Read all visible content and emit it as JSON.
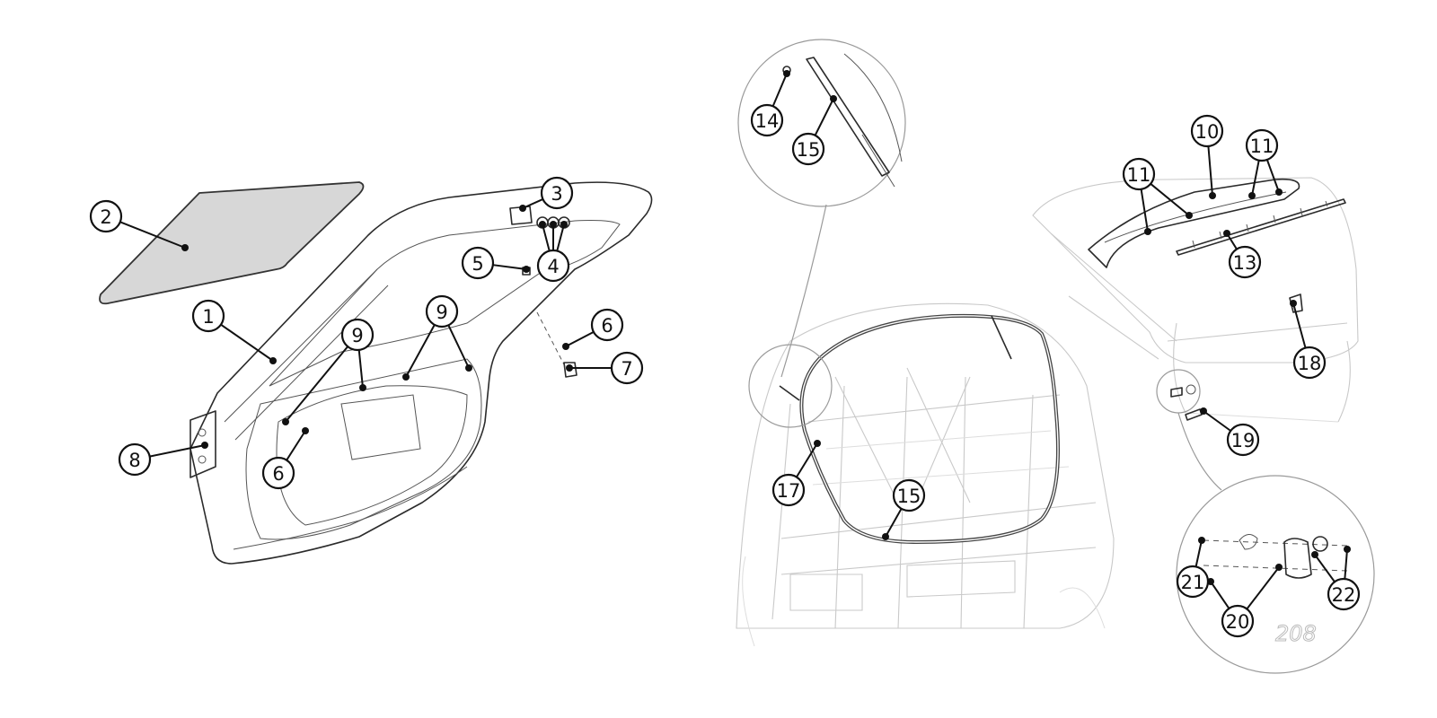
{
  "callouts": [
    {
      "id": "c1",
      "label": "1"
    },
    {
      "id": "c2",
      "label": "2"
    },
    {
      "id": "c3",
      "label": "3"
    },
    {
      "id": "c4",
      "label": "4"
    },
    {
      "id": "c5",
      "label": "5"
    },
    {
      "id": "c6a",
      "label": "6"
    },
    {
      "id": "c6b",
      "label": "6"
    },
    {
      "id": "c7",
      "label": "7"
    },
    {
      "id": "c8",
      "label": "8"
    },
    {
      "id": "c9a",
      "label": "9"
    },
    {
      "id": "c9b",
      "label": "9"
    },
    {
      "id": "c10",
      "label": "10"
    },
    {
      "id": "c11a",
      "label": "11"
    },
    {
      "id": "c11b",
      "label": "11"
    },
    {
      "id": "c13",
      "label": "13"
    },
    {
      "id": "c14",
      "label": "14"
    },
    {
      "id": "c15a",
      "label": "15"
    },
    {
      "id": "c15b",
      "label": "15"
    },
    {
      "id": "c17",
      "label": "17"
    },
    {
      "id": "c18",
      "label": "18"
    },
    {
      "id": "c19",
      "label": "19"
    },
    {
      "id": "c20",
      "label": "20"
    },
    {
      "id": "c21",
      "label": "21"
    },
    {
      "id": "c22",
      "label": "22"
    }
  ],
  "badge_text": "208"
}
